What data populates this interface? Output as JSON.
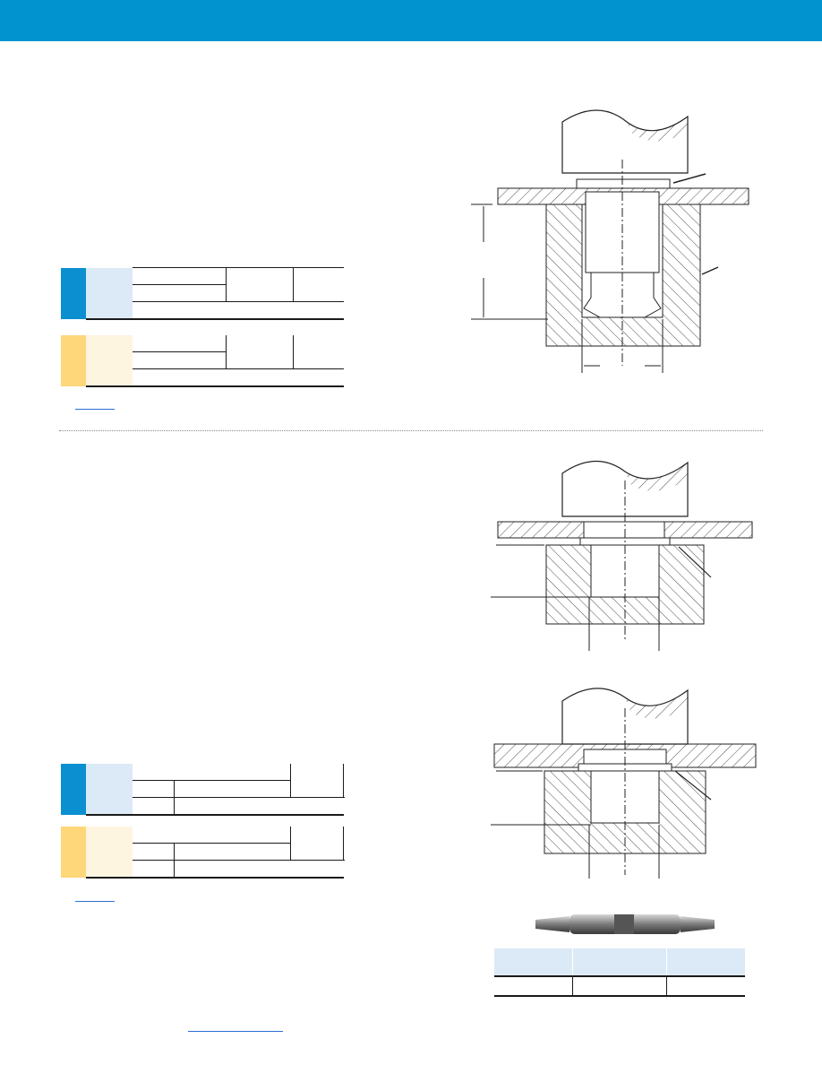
{
  "header": {
    "color": "#0093d0"
  },
  "colors": {
    "blue_tag": "#0b8fd1",
    "yellow_tag": "#fdd77a",
    "blue_light": "#dce9f6",
    "yellow_light": "#fef5e1",
    "link": "#2a6fd6"
  },
  "icons": [
    "punch-drawing",
    "counterbore-drawing",
    "anvil-drawing",
    "end-mill-tool"
  ]
}
